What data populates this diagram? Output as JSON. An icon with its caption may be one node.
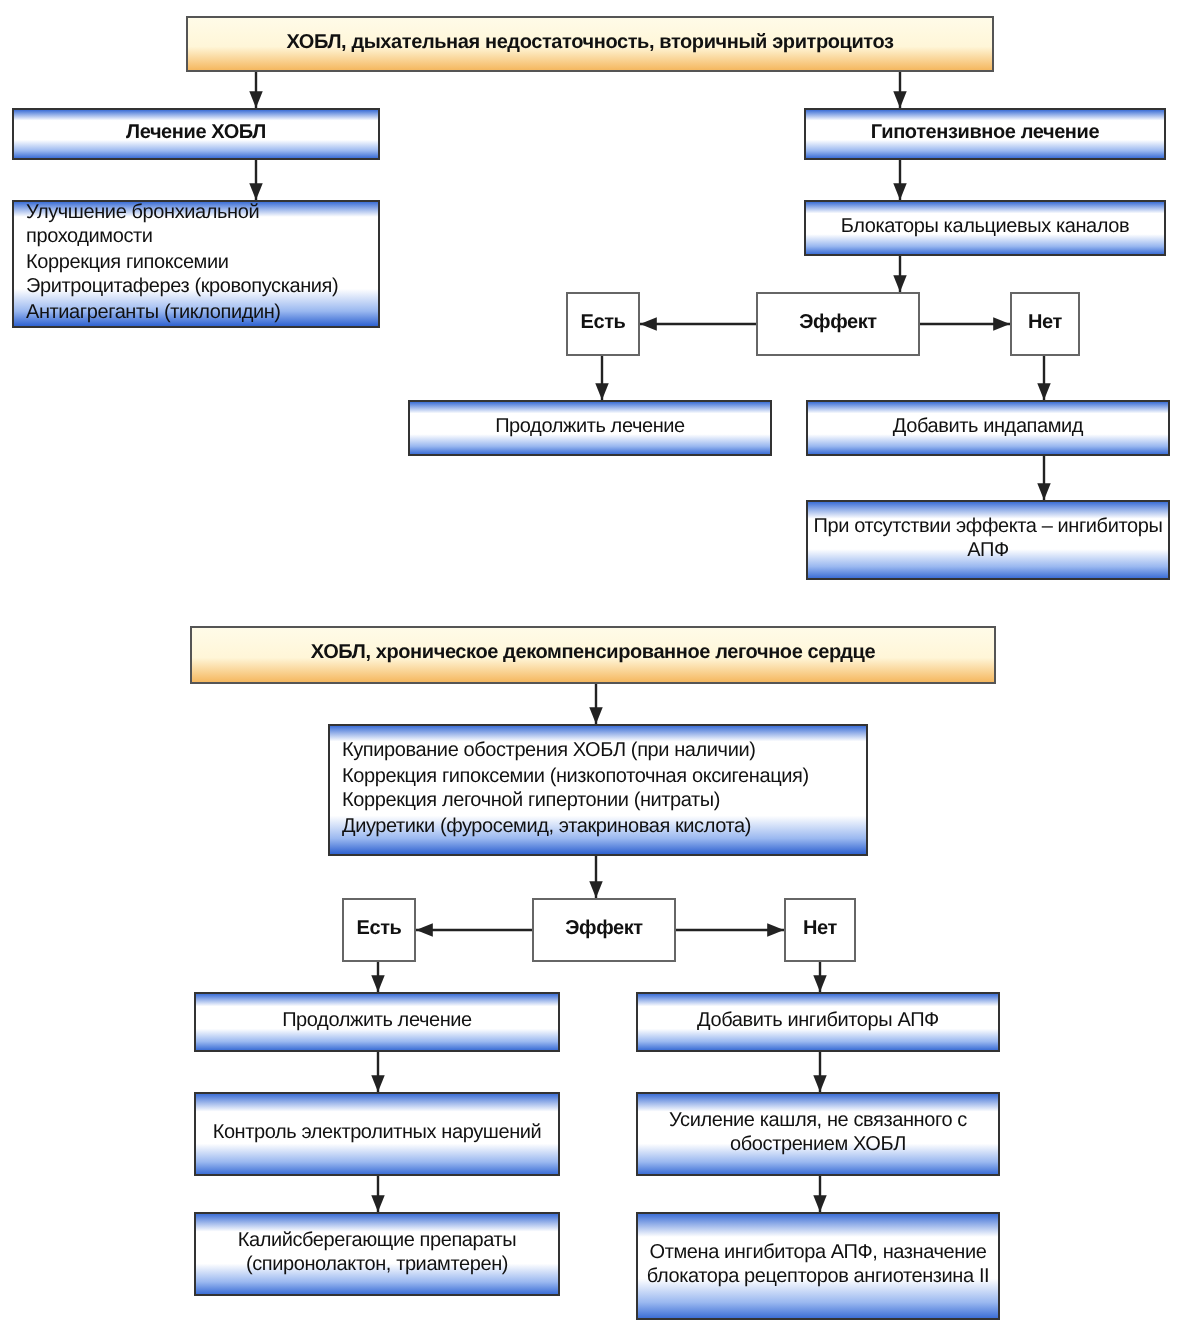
{
  "diagram": {
    "nodes": [
      {
        "text": [
          "ХОБЛ, дыхательная недостаточность, вторичный эритроцитоз"
        ]
      },
      {
        "text": [
          "Лечение ХОБЛ"
        ]
      },
      {
        "text": [
          "Улучшение бронхиальной проходимости",
          "Коррекция гипоксемии",
          "Эритроцитаферез (кровопускания)",
          "Антиагреганты (тиклопидин)"
        ]
      },
      {
        "text": [
          "Гипотензивное лечение"
        ]
      },
      {
        "text": [
          "Блокаторы кальциевых каналов"
        ]
      },
      {
        "text": [
          "Есть"
        ]
      },
      {
        "text": [
          "Эффект"
        ]
      },
      {
        "text": [
          "Нет"
        ]
      },
      {
        "text": [
          "Продолжить лечение"
        ]
      },
      {
        "text": [
          "Добавить индапамид"
        ]
      },
      {
        "text": [
          "При отсутствии эффекта – ингибиторы АПФ"
        ]
      },
      {
        "text": [
          "ХОБЛ, хроническое декомпенсированное легочное сердце"
        ]
      },
      {
        "text": [
          "Купирование обострения ХОБЛ (при наличии)",
          "Коррекция гипоксемии (низкопоточная оксигенация)",
          "Коррекция легочной гипертонии (нитраты)",
          "Диуретики (фуросемид, этакриновая кислота)"
        ]
      },
      {
        "text": [
          "Есть"
        ]
      },
      {
        "text": [
          "Эффект"
        ]
      },
      {
        "text": [
          "Нет"
        ]
      },
      {
        "text": [
          "Продолжить лечение"
        ]
      },
      {
        "text": [
          "Добавить ингибиторы АПФ"
        ]
      },
      {
        "text": [
          "Контроль электролитных нарушений"
        ]
      },
      {
        "text": [
          "Усиление кашля, не связанного с обострением ХОБЛ"
        ]
      },
      {
        "text": [
          "Калийсберегающие препараты (спиронолактон, триамтерен)"
        ]
      },
      {
        "text": [
          "Отмена ингибитора АПФ, назначение блокатора рецепторов ангиотензина II"
        ]
      }
    ],
    "edges": [
      {
        "from": 0,
        "to": 1,
        "arrow": "to"
      },
      {
        "from": 0,
        "to": 3,
        "arrow": "to"
      },
      {
        "from": 1,
        "to": 2,
        "arrow": "to"
      },
      {
        "from": 3,
        "to": 4,
        "arrow": "to"
      },
      {
        "from": 4,
        "to": 6,
        "arrow": "to"
      },
      {
        "from": 6,
        "to": 5,
        "arrow": "to"
      },
      {
        "from": 6,
        "to": 7,
        "arrow": "to"
      },
      {
        "from": 5,
        "to": 8,
        "arrow": "to"
      },
      {
        "from": 7,
        "to": 9,
        "arrow": "to"
      },
      {
        "from": 9,
        "to": 10,
        "arrow": "to"
      },
      {
        "from": 11,
        "to": 12,
        "arrow": "to"
      },
      {
        "from": 12,
        "to": 14,
        "arrow": "to"
      },
      {
        "from": 14,
        "to": 13,
        "arrow": "to"
      },
      {
        "from": 14,
        "to": 15,
        "arrow": "to"
      },
      {
        "from": 13,
        "to": 16,
        "arrow": "to"
      },
      {
        "from": 15,
        "to": 17,
        "arrow": "to"
      },
      {
        "from": 16,
        "to": 18,
        "arrow": "to"
      },
      {
        "from": 17,
        "to": 19,
        "arrow": "to"
      },
      {
        "from": 18,
        "to": 20,
        "arrow": "to"
      },
      {
        "from": 19,
        "to": 21,
        "arrow": "to"
      }
    ]
  }
}
